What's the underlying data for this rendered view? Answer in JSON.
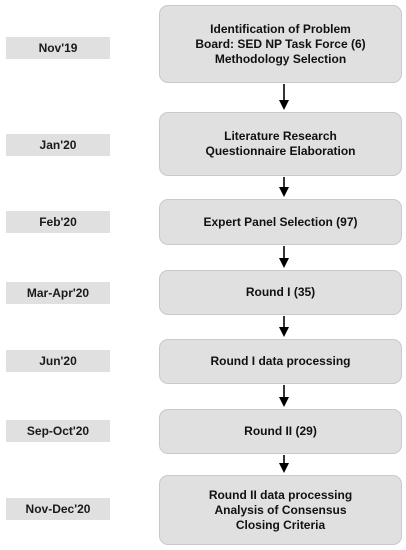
{
  "timeline": [
    {
      "date": "Nov'19",
      "lines": [
        "Identification of Problem",
        "Board: SED NP Task Force (6)",
        "Methodology Selection"
      ]
    },
    {
      "date": "Jan'20",
      "lines": [
        "Literature Research",
        "Questionnaire Elaboration"
      ]
    },
    {
      "date": "Feb'20",
      "lines": [
        "Expert Panel Selection (97)"
      ]
    },
    {
      "date": "Mar-Apr'20",
      "lines": [
        "Round I (35)"
      ]
    },
    {
      "date": "Jun'20",
      "lines": [
        "Round I data processing"
      ]
    },
    {
      "date": "Sep-Oct'20",
      "lines": [
        "Round II (29)"
      ]
    },
    {
      "date": "Nov-Dec'20",
      "lines": [
        "Round II data processing",
        "Analysis of Consensus",
        "Closing Criteria"
      ]
    }
  ],
  "colors": {
    "box_fill": "#e0e0e0",
    "arrow": "#000000"
  }
}
